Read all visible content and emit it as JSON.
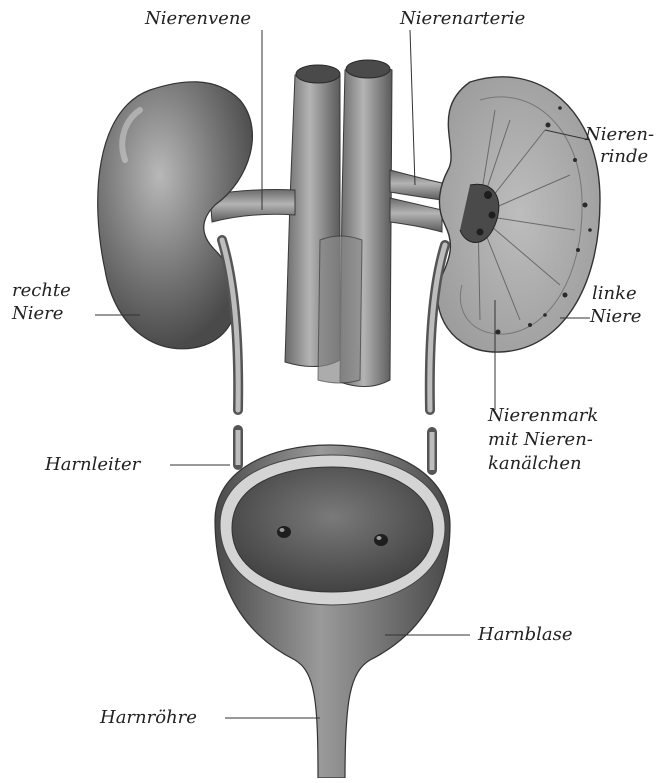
{
  "labels": {
    "nierenvene": "Nierenvene",
    "nierenarterie": "Nierenarterie",
    "nierenrinde_1": "Nieren-",
    "nierenrinde_2": "rinde",
    "rechte_niere_1": "rechte",
    "rechte_niere_2": "Niere",
    "linke_niere_1": "linke",
    "linke_niere_2": "Niere",
    "nierenmark_1": "Nierenmark",
    "nierenmark_2": "mit Nieren-",
    "nierenmark_3": "kanälchen",
    "harnleiter": "Harnleiter",
    "harnblase": "Harnblase",
    "harnroehre": "Harnröhre"
  },
  "colors": {
    "organ_dark": "#5a5a5a",
    "organ_mid": "#8c8c8c",
    "organ_light": "#c8c8c8",
    "leader_line": "#333333",
    "text": "#222222"
  }
}
